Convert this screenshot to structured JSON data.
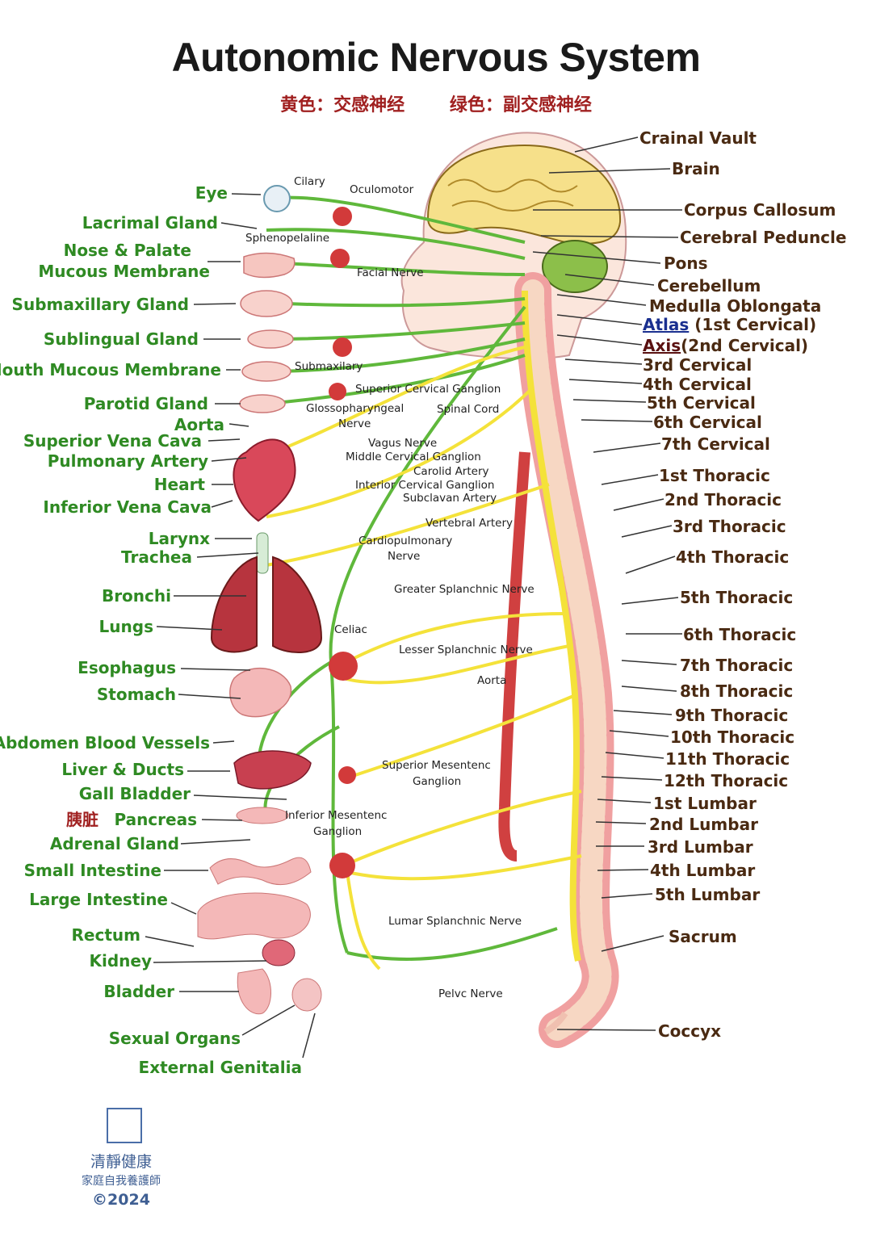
{
  "title": "Autonomic Nervous System",
  "legend": {
    "yellow": "黄色：交感神经",
    "green": "绿色：副交感神经"
  },
  "colors": {
    "sympathetic": "#f4e23a",
    "parasympathetic": "#5fb83b",
    "organ_label": "#2f8a23",
    "spine_label": "#4a2a12",
    "chinese": "#a02020"
  },
  "organs": {
    "eye": "Eye",
    "lacrimal": "Lacrimal Gland",
    "nose1": "Nose & Palate",
    "nose2": "Mucous Membrane",
    "submax": "Submaxillary Gland",
    "subling": "Sublingual Gland",
    "mouth": "Mouth Mucous Membrane",
    "parotid": "Parotid Gland",
    "aorta": "Aorta",
    "svc": "Superior Vena Cava",
    "pulm": "Pulmonary Artery",
    "heart": "Heart",
    "ivc": "Inferior Vena Cava",
    "larynx": "Larynx",
    "trachea": "Trachea",
    "bronchi": "Bronchi",
    "lungs": "Lungs",
    "esoph": "Esophagus",
    "stomach": "Stomach",
    "abdomen": "Abdomen Blood Vessels",
    "liver": "Liver & Ducts",
    "gall": "Gall Bladder",
    "pancreas_cn": "胰脏",
    "pancreas": "Pancreas",
    "adrenal": "Adrenal Gland",
    "small": "Small Intestine",
    "large": "Large Intestine",
    "rectum": "Rectum",
    "kidney": "Kidney",
    "bladder": "Bladder",
    "sexual": "Sexual Organs",
    "external": "External Genitalia"
  },
  "spine": {
    "vault": "Crainal Vault",
    "brain": "Brain",
    "corpus": "Corpus Callosum",
    "peduncle": "Cerebral Peduncle",
    "pons": "Pons",
    "cerebellum": "Cerebellum",
    "medulla": "Medulla Oblongata",
    "atlas": "Atlas",
    "atlas_note": "(1st Cervical)",
    "axis": "Axis",
    "axis_note": "(2nd Cervical)",
    "c3": "3rd Cervical",
    "c4": "4th Cervical",
    "c5": "5th Cervical",
    "c6": "6th Cervical",
    "c7": "7th Cervical",
    "t1": "1st Thoracic",
    "t2": "2nd Thoracic",
    "t3": "3rd Thoracic",
    "t4": "4th Thoracic",
    "t5": "5th Thoracic",
    "t6": "6th Thoracic",
    "t7": "7th Thoracic",
    "t8": "8th Thoracic",
    "t9": "9th Thoracic",
    "t10": "10th Thoracic",
    "t11": "11th Thoracic",
    "t12": "12th Thoracic",
    "l1": "1st Lumbar",
    "l2": "2nd Lumbar",
    "l3": "3rd Lumbar",
    "l4": "4th Lumbar",
    "l5": "5th Lumbar",
    "sacrum": "Sacrum",
    "coccyx": "Coccyx"
  },
  "nerves": {
    "cilary": "Cilary",
    "oculomotor": "Oculomotor",
    "spheno": "Sphenopelaline",
    "facial": "Facial Nerve",
    "submaxillary": "Submaxilary",
    "scg": "Superior Cervical Ganglion",
    "glosso1": "Glossopharyngeal",
    "glosso2": "Nerve",
    "spinal": "Spinal Cord",
    "vagus": "Vagus Nerve",
    "mcg": "Middle Cervical Ganglion",
    "carotid": "Carolid Artery",
    "icg": "Interior Cervical Ganglion",
    "subclavian": "Subclavan Artery",
    "vertebral": "Vertebral Artery",
    "cardio1": "Cardiopulmonary",
    "cardio2": "Nerve",
    "greater": "Greater Splanchnic Nerve",
    "celiac": "Celiac",
    "lesser": "Lesser Splanchnic Nerve",
    "aorta": "Aorta",
    "sup_mes1": "Superior Mesentenc",
    "sup_mes2": "Ganglion",
    "inf_mes1": "Inferior Mesentenc",
    "inf_mes2": "Ganglion",
    "lumbar": "Lumar Splanchnic Nerve",
    "pelvic": "Pelvc Nerve"
  },
  "watermark": {
    "name": "清靜健康",
    "subtitle": "家庭自我養護師",
    "copyright": "©2024"
  }
}
